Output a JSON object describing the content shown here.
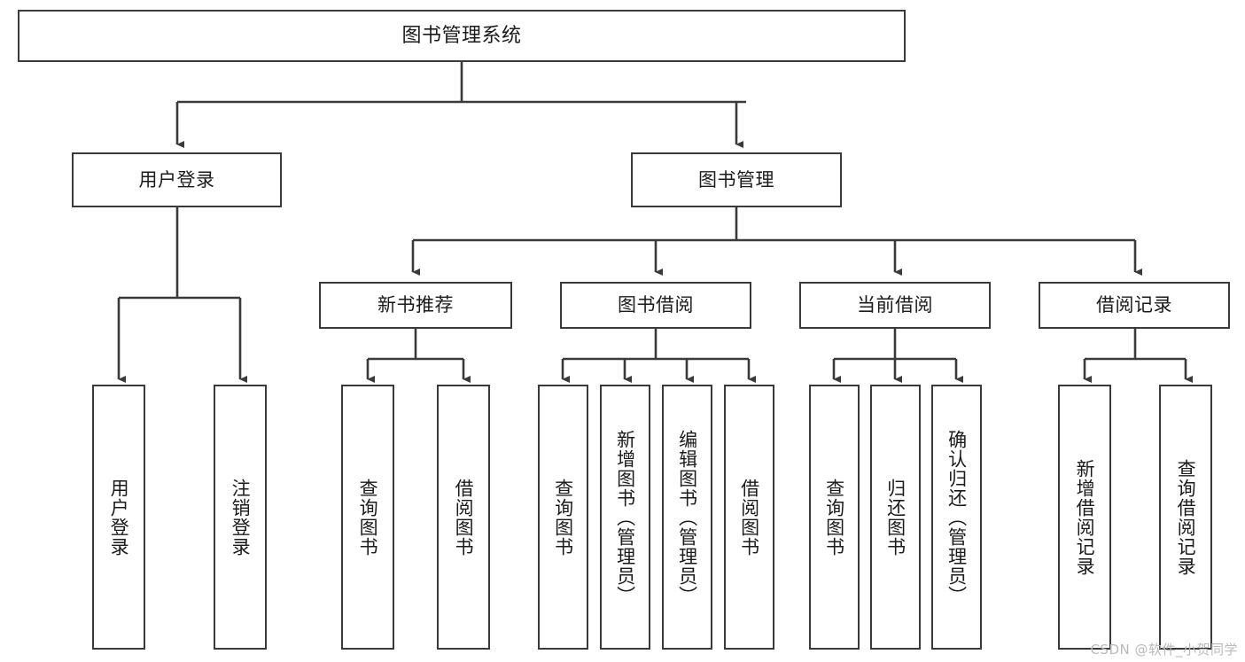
{
  "diagram": {
    "title": "图书管理系统",
    "type": "tree-hierarchy",
    "watermark": "CSDN @软件_小贺同学",
    "stroke_color": "#3a3a3a",
    "text_color": "#1b1b1b",
    "background": "#ffffff"
  },
  "nodes": {
    "root": {
      "label": "图书管理系统"
    },
    "level1": [
      {
        "id": "user-login",
        "label": "用户登录"
      },
      {
        "id": "book-manage",
        "label": "图书管理"
      }
    ],
    "level2": [
      {
        "id": "new-book-recommend",
        "label": "新书推荐"
      },
      {
        "id": "book-borrow",
        "label": "图书借阅"
      },
      {
        "id": "current-borrow",
        "label": "当前借阅"
      },
      {
        "id": "borrow-record",
        "label": "借阅记录"
      }
    ],
    "leaves": {
      "user_login": [
        {
          "id": "leaf-user-login",
          "label": "用户登录"
        },
        {
          "id": "leaf-logout-login",
          "label": "注销登录"
        }
      ],
      "new_book_recommend": [
        {
          "id": "leaf-query-book-1",
          "label": "查询图书"
        },
        {
          "id": "leaf-borrow-book-1",
          "label": "借阅图书"
        }
      ],
      "book_borrow": [
        {
          "id": "leaf-query-book-2",
          "label": "查询图书"
        },
        {
          "id": "leaf-add-book",
          "label": "新增图书（管理员）"
        },
        {
          "id": "leaf-edit-book",
          "label": "编辑图书（管理员）"
        },
        {
          "id": "leaf-borrow-book-2",
          "label": "借阅图书"
        }
      ],
      "current_borrow": [
        {
          "id": "leaf-query-book-3",
          "label": "查询图书"
        },
        {
          "id": "leaf-return-book",
          "label": "归还图书"
        },
        {
          "id": "leaf-confirm-return",
          "label": "确认归还（管理员）"
        }
      ],
      "borrow_record": [
        {
          "id": "leaf-add-record",
          "label": "新增借阅记录"
        },
        {
          "id": "leaf-query-record",
          "label": "查询借阅记录"
        }
      ]
    }
  }
}
